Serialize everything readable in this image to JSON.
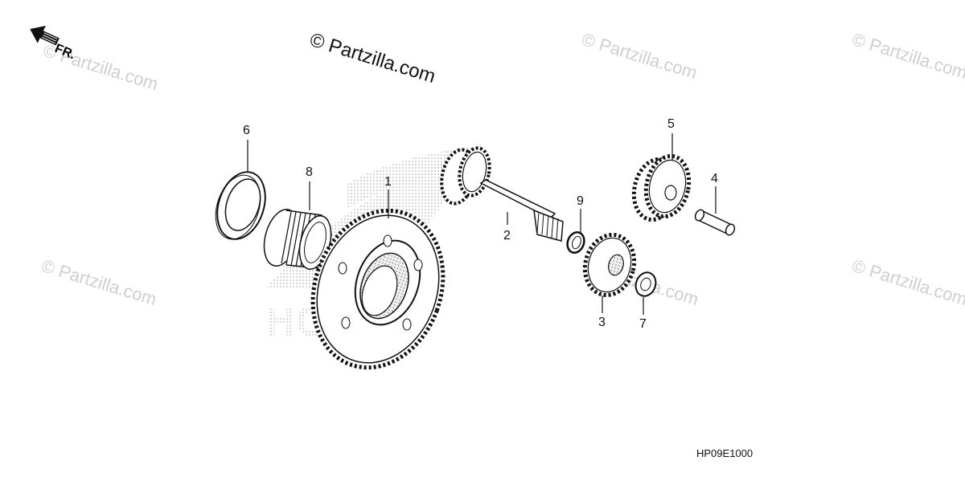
{
  "watermark": {
    "main": "© Partzilla.com",
    "repeat": "© Partzilla.com",
    "brand": "HONDA"
  },
  "direction": {
    "label": "FR.",
    "icon": "front-arrow-icon"
  },
  "callouts": [
    "6",
    "8",
    "1",
    "2",
    "9",
    "5",
    "4",
    "3",
    "7"
  ],
  "diagram_code": "HP09E1000"
}
